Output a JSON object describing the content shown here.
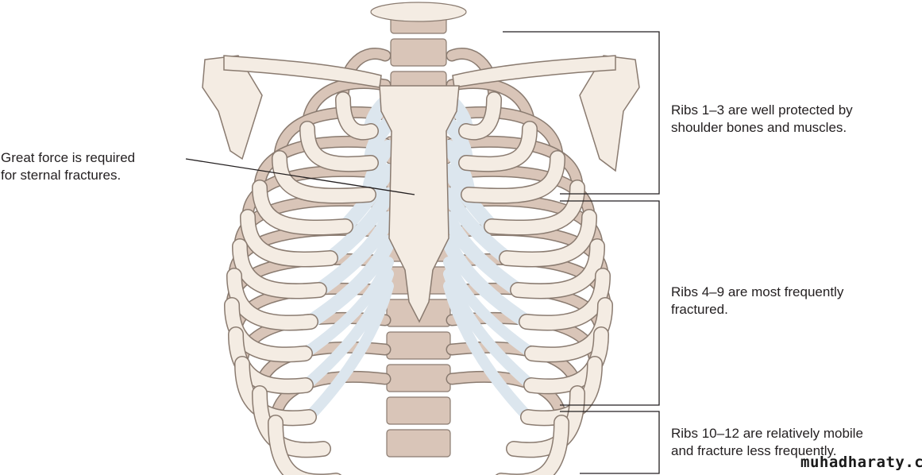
{
  "labels": {
    "sternal": [
      "Great force is required",
      "for sternal fractures."
    ],
    "ribs_1_3": [
      "Ribs 1–3 are well protected by",
      "shoulder bones and muscles."
    ],
    "ribs_4_9": [
      "Ribs 4–9 are most frequently",
      "fractured."
    ],
    "ribs_10_12": [
      "Ribs 10–12 are relatively mobile",
      "and fracture less frequently."
    ]
  },
  "watermark": "muhadharaty.com",
  "colors": {
    "bone": "#f4ece3",
    "bone_back": "#d9c5b8",
    "cartilage": "#dce6ee",
    "outline": "#8a7b70",
    "line": "#231f20"
  }
}
